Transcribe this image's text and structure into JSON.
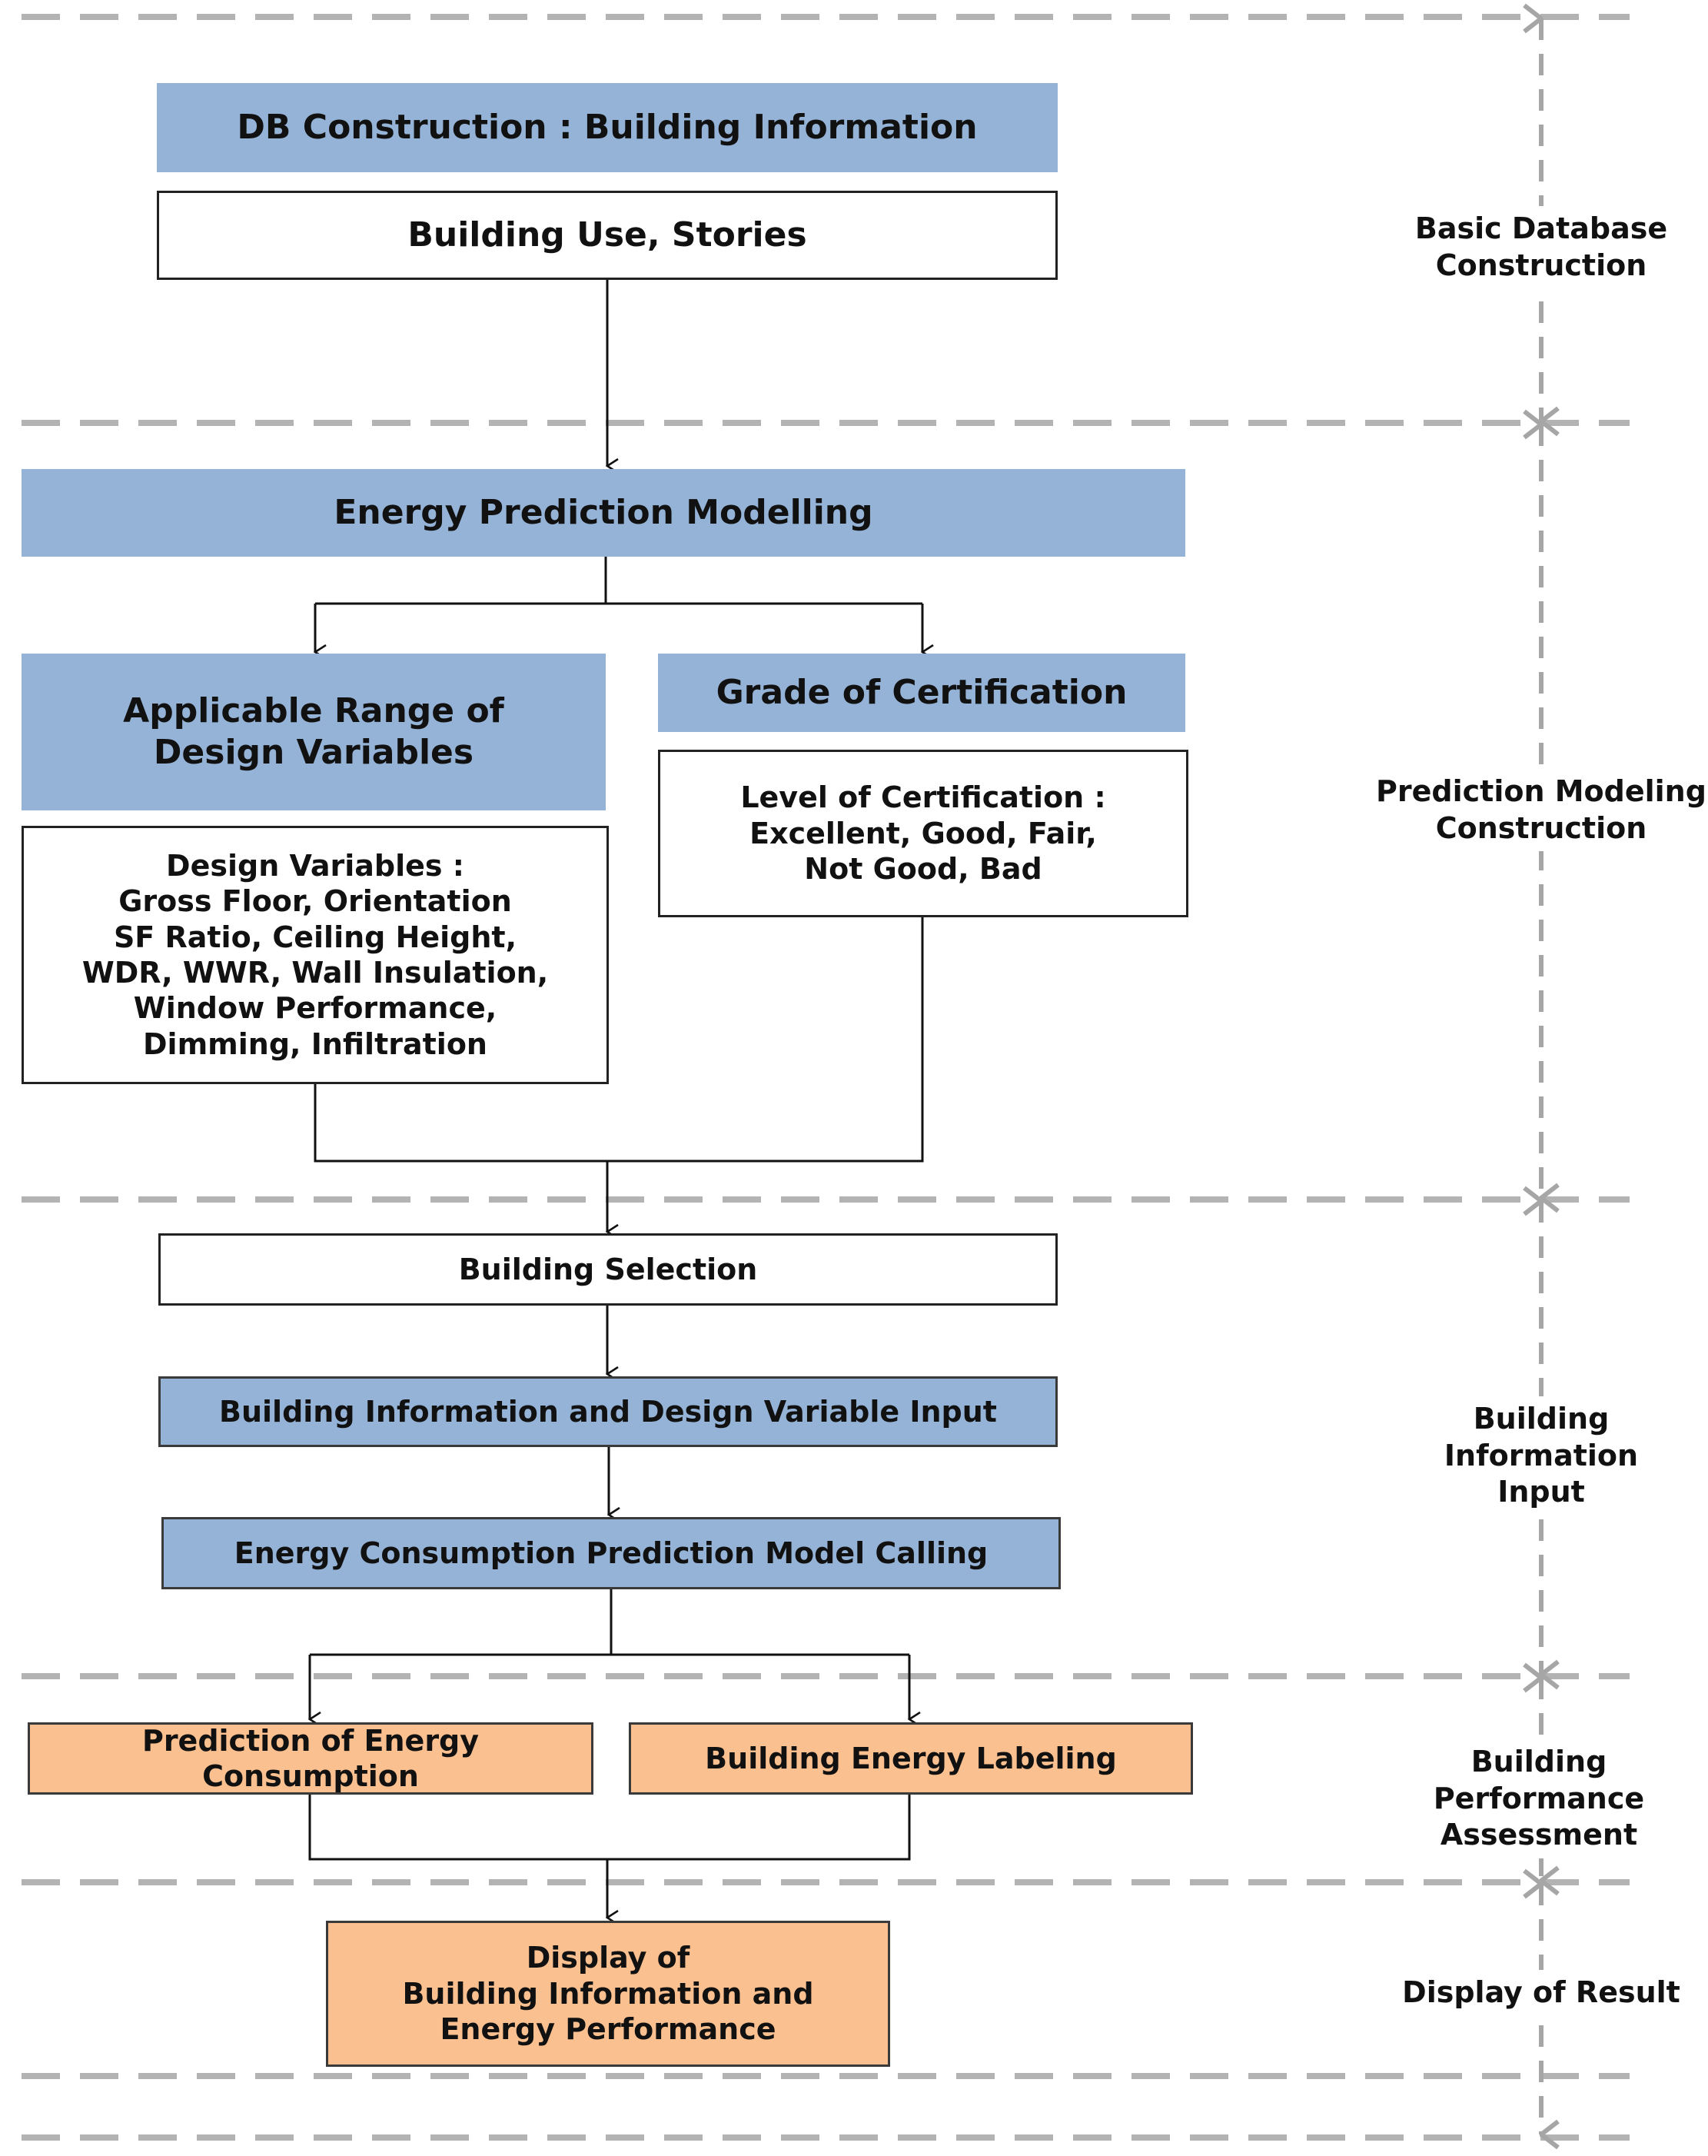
{
  "nodes": {
    "db_construction": "DB Construction : Building Information",
    "building_use": "Building Use, Stories",
    "energy_prediction": "Energy Prediction Modelling",
    "applicable_range": "Applicable Range of\nDesign Variables",
    "grade_certification": "Grade of Certification",
    "level_certification": "Level of Certification :\nExcellent, Good, Fair,\nNot Good, Bad",
    "design_variables": "Design Variables :\nGross Floor, Orientation\nSF Ratio, Ceiling Height,\nWDR, WWR, Wall Insulation,\nWindow Performance,\nDimming, Infiltration",
    "building_selection": "Building Selection",
    "design_variable_input": "Building Information and Design Variable Input",
    "model_calling": "Energy Consumption Prediction Model Calling",
    "prediction_consumption": "Prediction of Energy Consumption",
    "energy_labeling": "Building Energy Labeling",
    "display_result_box": "Display of\nBuilding Information and\nEnergy Performance"
  },
  "phases": {
    "basic_database": "Basic Database\nConstruction",
    "prediction_modeling": "Prediction Modeling\nConstruction",
    "building_info_input": "Building Information\nInput",
    "performance_assessment": "Building Performance\nAssessment",
    "display_of_result": "Display of Result"
  },
  "colors": {
    "blue_fill": "#95b3d7",
    "orange_fill": "#fac090",
    "dash_gray": "#a6a6a6"
  }
}
